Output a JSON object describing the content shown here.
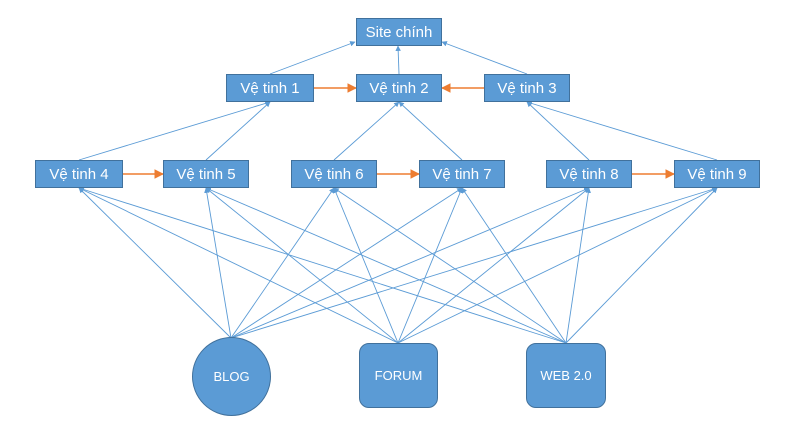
{
  "colors": {
    "node_fill": "#5b9bd5",
    "node_border": "#41719c",
    "edge_blue": "#5b9bd5",
    "edge_orange": "#ed7d31",
    "text": "#ffffff"
  },
  "nodes": {
    "main": "Site chính",
    "v1": "Vệ tinh 1",
    "v2": "Vệ tinh 2",
    "v3": "Vệ tinh 3",
    "v4": "Vệ tinh 4",
    "v5": "Vệ tinh 5",
    "v6": "Vệ tinh 6",
    "v7": "Vệ tinh 7",
    "v8": "Vệ tinh 8",
    "v9": "Vệ tinh 9",
    "blog": "BLOG",
    "forum": "FORUM",
    "web20": "WEB 2.0"
  },
  "edges": [
    {
      "from": "v1",
      "to": "main",
      "color": "blue"
    },
    {
      "from": "v2",
      "to": "main",
      "color": "blue"
    },
    {
      "from": "v3",
      "to": "main",
      "color": "blue"
    },
    {
      "from": "v1",
      "to": "v2",
      "color": "orange"
    },
    {
      "from": "v3",
      "to": "v2",
      "color": "orange"
    },
    {
      "from": "v4",
      "to": "v1",
      "color": "blue"
    },
    {
      "from": "v5",
      "to": "v1",
      "color": "blue"
    },
    {
      "from": "v6",
      "to": "v2",
      "color": "blue"
    },
    {
      "from": "v7",
      "to": "v2",
      "color": "blue"
    },
    {
      "from": "v8",
      "to": "v3",
      "color": "blue"
    },
    {
      "from": "v9",
      "to": "v3",
      "color": "blue"
    },
    {
      "from": "v4",
      "to": "v5",
      "color": "orange"
    },
    {
      "from": "v6",
      "to": "v7",
      "color": "orange"
    },
    {
      "from": "v8",
      "to": "v9",
      "color": "orange"
    },
    {
      "from": "blog",
      "to": "v4",
      "color": "blue"
    },
    {
      "from": "blog",
      "to": "v5",
      "color": "blue"
    },
    {
      "from": "blog",
      "to": "v6",
      "color": "blue"
    },
    {
      "from": "blog",
      "to": "v7",
      "color": "blue"
    },
    {
      "from": "blog",
      "to": "v8",
      "color": "blue"
    },
    {
      "from": "blog",
      "to": "v9",
      "color": "blue"
    },
    {
      "from": "forum",
      "to": "v4",
      "color": "blue"
    },
    {
      "from": "forum",
      "to": "v5",
      "color": "blue"
    },
    {
      "from": "forum",
      "to": "v6",
      "color": "blue"
    },
    {
      "from": "forum",
      "to": "v7",
      "color": "blue"
    },
    {
      "from": "forum",
      "to": "v8",
      "color": "blue"
    },
    {
      "from": "forum",
      "to": "v9",
      "color": "blue"
    },
    {
      "from": "web20",
      "to": "v4",
      "color": "blue"
    },
    {
      "from": "web20",
      "to": "v5",
      "color": "blue"
    },
    {
      "from": "web20",
      "to": "v6",
      "color": "blue"
    },
    {
      "from": "web20",
      "to": "v7",
      "color": "blue"
    },
    {
      "from": "web20",
      "to": "v8",
      "color": "blue"
    },
    {
      "from": "web20",
      "to": "v9",
      "color": "blue"
    }
  ]
}
